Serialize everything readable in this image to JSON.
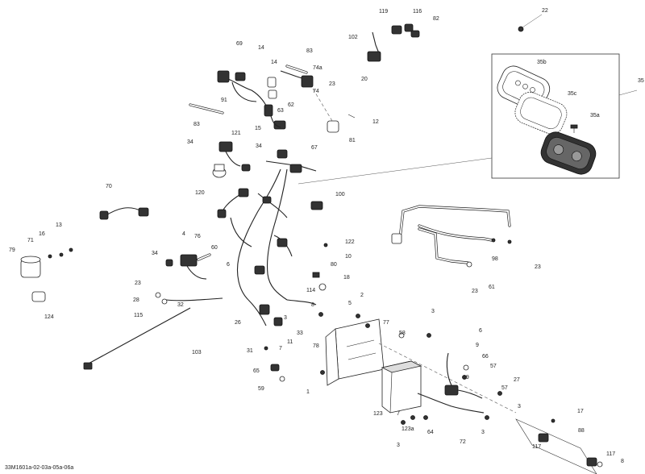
{
  "diagram_code": "33M1601a-02-03a-05a-06a",
  "callouts": [
    "22",
    "119",
    "116",
    "82",
    "102",
    "20",
    "69",
    "14",
    "14",
    "83",
    "74a",
    "74",
    "23",
    "91",
    "62",
    "63",
    "15",
    "12",
    "83",
    "81",
    "35b",
    "35",
    "35c",
    "35a",
    "121",
    "34",
    "34",
    "67",
    "120",
    "70",
    "100",
    "13",
    "16",
    "71",
    "79",
    "124",
    "4",
    "34",
    "76",
    "60",
    "6",
    "122",
    "10",
    "80",
    "18",
    "23",
    "28",
    "32",
    "115",
    "114",
    "2",
    "5",
    "103",
    "26",
    "3",
    "33",
    "11",
    "7",
    "31",
    "65",
    "59",
    "98",
    "23",
    "23",
    "61",
    "8",
    "3",
    "77",
    "78",
    "1",
    "58",
    "6",
    "9",
    "66",
    "57",
    "27",
    "57",
    "19",
    "123",
    "7",
    "123a",
    "64",
    "72",
    "3",
    "3",
    "17",
    "88",
    "117",
    "117",
    "8",
    "3"
  ]
}
